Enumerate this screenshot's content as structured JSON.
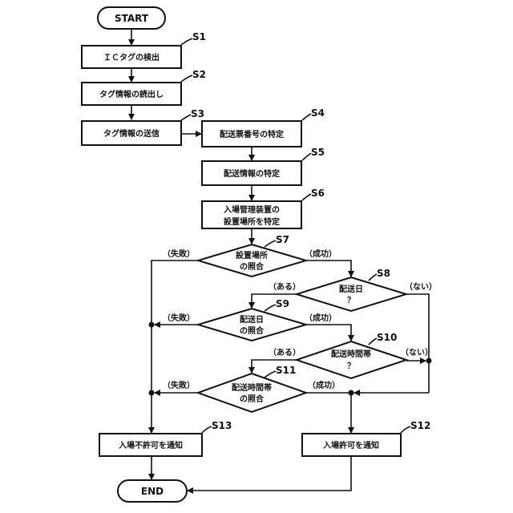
{
  "nodes": {
    "start": {
      "text": "START"
    },
    "s1": {
      "step": "S1",
      "text": "ＩＣタグの検出"
    },
    "s2": {
      "step": "S2",
      "text": "タグ情報の読出し"
    },
    "s3": {
      "step": "S3",
      "text": "タグ情報の送信"
    },
    "s4": {
      "step": "S4",
      "text": "配送票番号の特定"
    },
    "s5": {
      "step": "S5",
      "text": "配送情報の特定"
    },
    "s6": {
      "step": "S6",
      "line1": "入場管理装置の",
      "line2": "設置場所を特定"
    },
    "s7": {
      "step": "S7",
      "line1": "設置場所",
      "line2": "の照合"
    },
    "s8": {
      "step": "S8",
      "line1": "配送日",
      "line2": "？"
    },
    "s9": {
      "step": "S9",
      "line1": "配送日",
      "line2": "の照合"
    },
    "s10": {
      "step": "S10",
      "line1": "配送時間帯",
      "line2": "？"
    },
    "s11": {
      "step": "S11",
      "line1": "配送時間帯",
      "line2": "の照合"
    },
    "s12": {
      "step": "S12",
      "text": "入場許可を通知"
    },
    "s13": {
      "step": "S13",
      "text": "入場不許可を通知"
    },
    "end": {
      "text": "END"
    }
  },
  "branches": {
    "s7_fail": "（失敗）",
    "s7_success": "（成功）",
    "s8_yes": "（ある）",
    "s8_no": "（ない）",
    "s9_fail": "（失敗）",
    "s9_success": "（成功）",
    "s10_yes": "（ある）",
    "s10_no": "（ない）",
    "s11_fail": "（失敗）",
    "s11_success": "（成功）"
  }
}
